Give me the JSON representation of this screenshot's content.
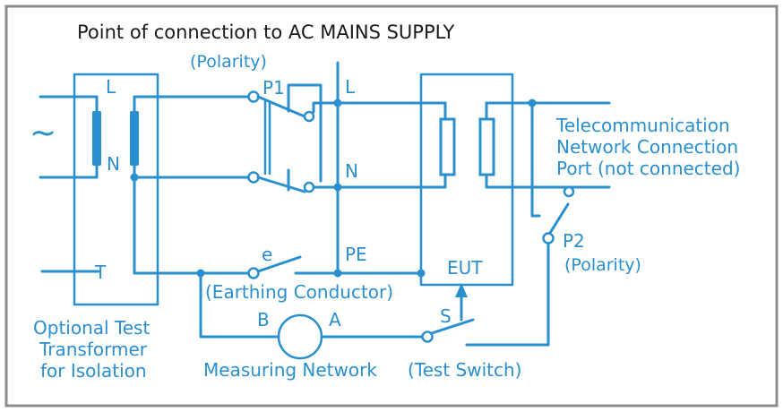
{
  "diagram": {
    "title": "Point of connection to AC MAINS SUPPLY",
    "ac_symbol": "~",
    "transformer": {
      "label_l": "L",
      "label_n": "N",
      "label_t": "T",
      "caption_line1": "Optional Test",
      "caption_line2": "Transformer",
      "caption_line3": "for Isolation"
    },
    "polarity_switch_1": {
      "label": "(Polarity)",
      "id_label": "P1"
    },
    "mains_labels": {
      "l": "L",
      "n": "N",
      "pe": "PE"
    },
    "earthing_switch": {
      "id_label": "e",
      "caption": "(Earthing Conductor)"
    },
    "eut": {
      "label": "EUT"
    },
    "telecom": {
      "line1": "Telecommunication",
      "line2": "Network Connection",
      "line3": "Port (not connected)"
    },
    "polarity_switch_2": {
      "id_label": "P2",
      "caption": "(Polarity)"
    },
    "measuring_network": {
      "terminal_b": "B",
      "terminal_a": "A",
      "caption": "Measuring Network"
    },
    "test_switch": {
      "id_label": "S",
      "caption": "(Test Switch)"
    },
    "colors": {
      "wire": "#2a8fcf",
      "frame": "#8c8c8c",
      "title_text": "#1a1a1a"
    }
  }
}
